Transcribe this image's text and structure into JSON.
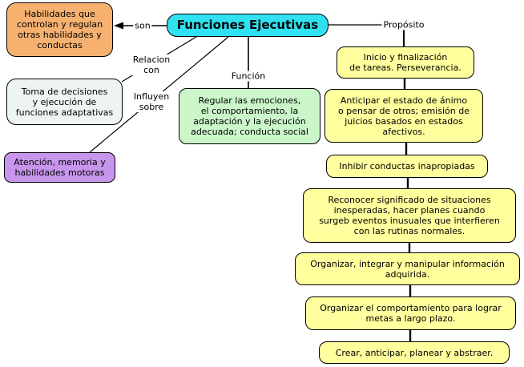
{
  "map": {
    "root": {
      "label": "Funciones Ejecutivas"
    },
    "nodes": {
      "habilidades": {
        "text": "Habilidades que\ncontrolan y regulan\notras habilidades y\nconductas"
      },
      "toma_decisiones": {
        "text": "Toma de decisiones\ny ejecución de\nfunciones adaptativas"
      },
      "atencion": {
        "text": "Atención, memoria y\nhabilidades motoras"
      },
      "regular": {
        "text": "Regular las emociones,\nel comportamiento, la\nadaptación y la ejecución\nadecuada; conducta social"
      },
      "inicio": {
        "text": "Inicio y finalización\nde tareas. Perseverancia."
      },
      "anticipar": {
        "text": "Anticipar el estado de ánimo\no pensar de otros; emisión de\njuicios basados en estados\nafectivos."
      },
      "inhibir": {
        "text": "Inhibir conductas inapropiadas"
      },
      "reconocer": {
        "text": "Reconocer significado de situaciones\ninesperadas, hacer planes cuando\nsurgeb eventos inusuales que interfieren\ncon las rutinas normales."
      },
      "organizar_informacion": {
        "text": "Organizar, integrar y manipular información\nadquirida."
      },
      "organizar_comportamiento": {
        "text": "Organizar el comportamiento para lograr\nmetas a largo plazo."
      },
      "crear": {
        "text": "Crear, anticipar, planear y abstraer."
      }
    },
    "link_labels": {
      "son": "son",
      "relacion_con": "Relacion\ncon",
      "influyen_sobre": "Influyen\nsobre",
      "funcion": "Función",
      "proposito": "Propósito"
    },
    "colors": {
      "root_fill": "#2fe1f1",
      "habilidades_fill": "#f6b170",
      "toma_decisiones_fill": "#eef3f4",
      "atencion_fill": "#c895ec",
      "regular_fill": "#caf6ca",
      "proposito_chain_fill": "#ffff9e",
      "border": "#000000",
      "background": "#ffffff"
    }
  }
}
